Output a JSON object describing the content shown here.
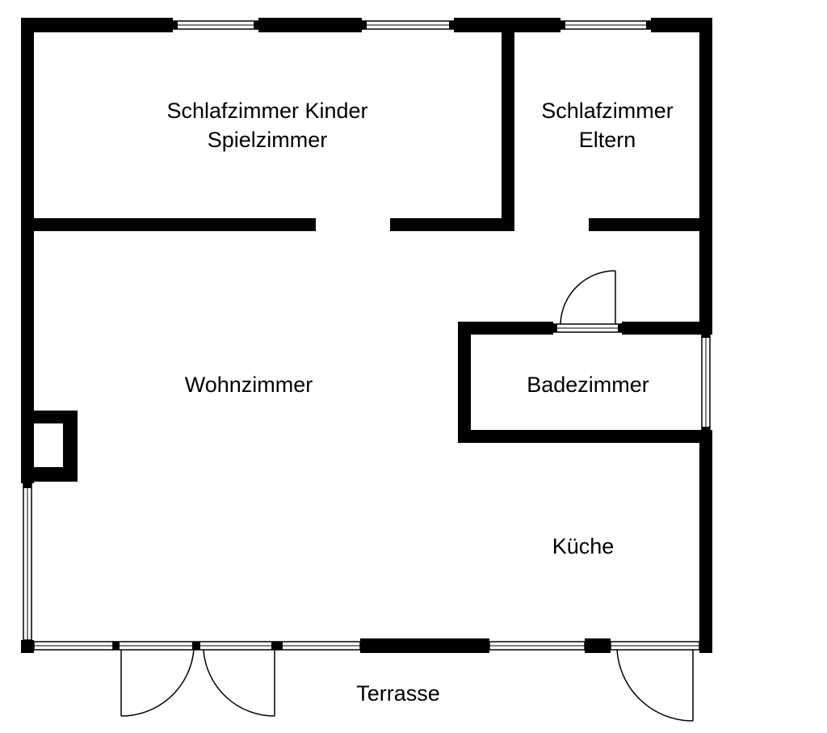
{
  "plan": {
    "rooms": {
      "kids": {
        "line1": "Schlafzimmer Kinder",
        "line2": "Spielzimmer"
      },
      "parents": {
        "line1": "Schlafzimmer",
        "line2": "Eltern"
      },
      "living": "Wohnzimmer",
      "bath": "Badezimmer",
      "kitchen": "Küche",
      "terrace": "Terrasse"
    },
    "colors": {
      "wall": "#000000",
      "background": "#ffffff"
    }
  }
}
